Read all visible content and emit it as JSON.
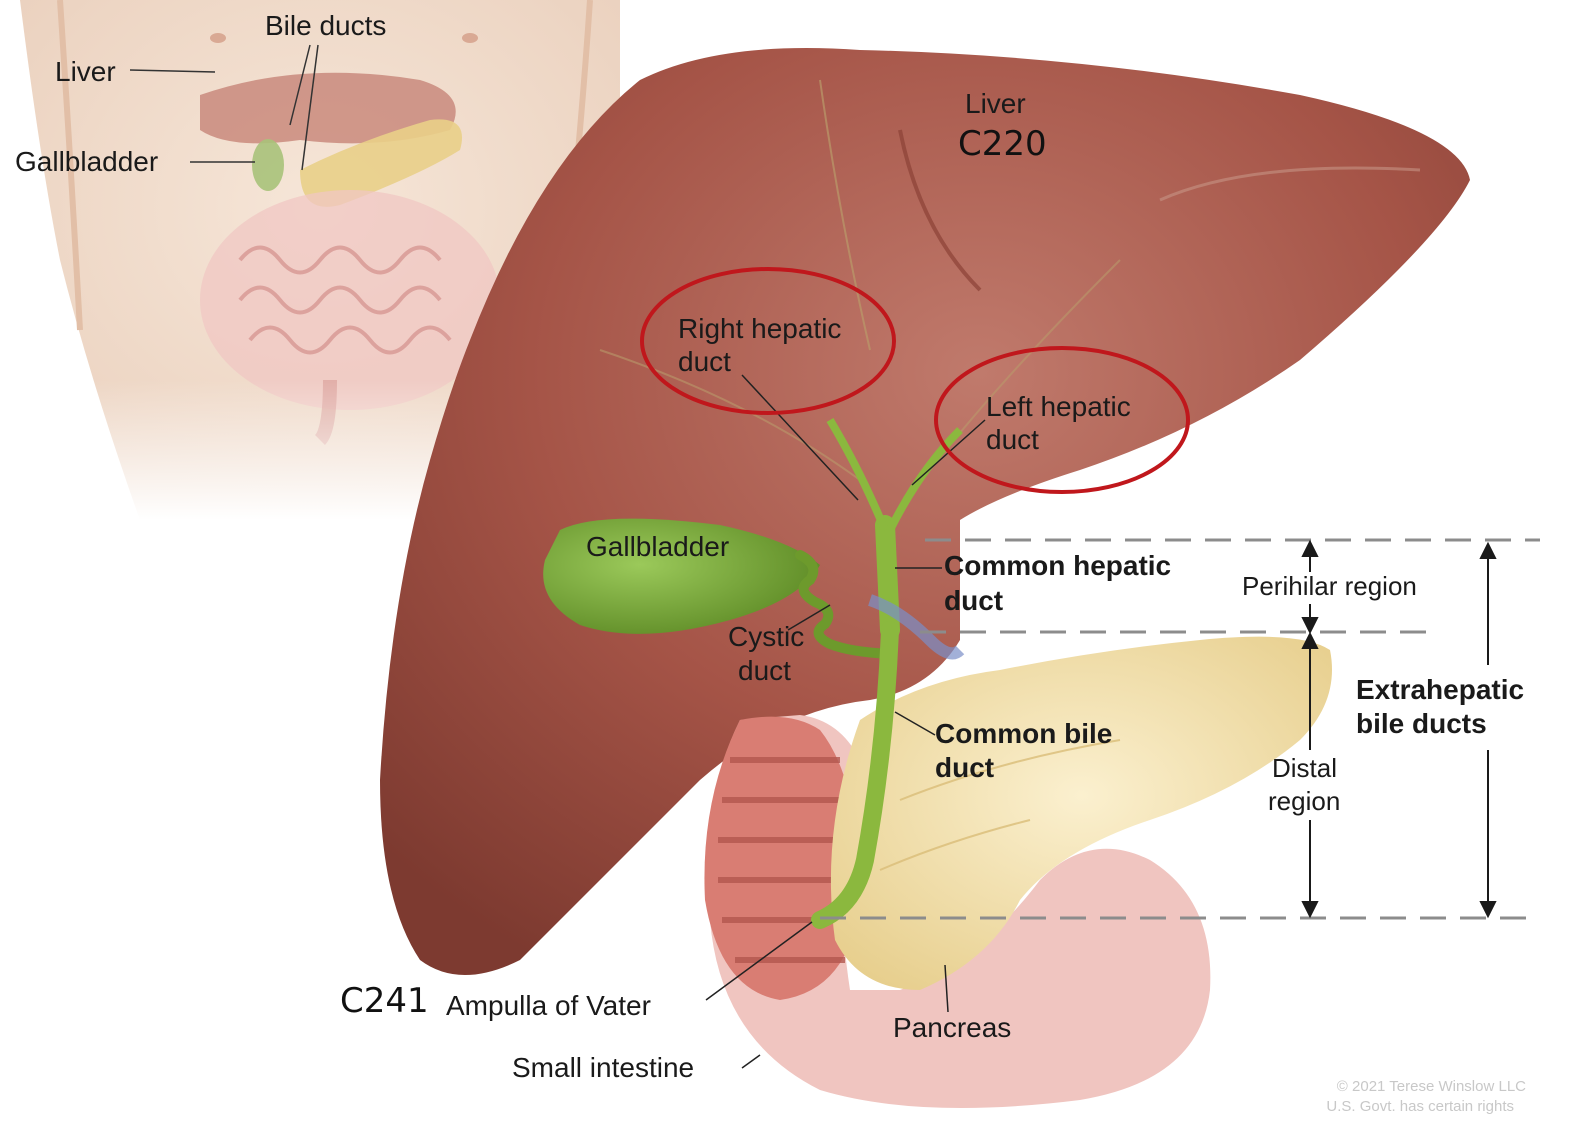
{
  "inset": {
    "liver": "Liver",
    "bile_ducts": "Bile ducts",
    "gallbladder": "Gallbladder"
  },
  "liver": {
    "name": "Liver",
    "code": "C220"
  },
  "labels": {
    "right_hepatic_duct_l1": "Right hepatic",
    "right_hepatic_duct_l2": "duct",
    "left_hepatic_duct_l1": "Left hepatic",
    "left_hepatic_duct_l2": "duct",
    "gallbladder": "Gallbladder",
    "common_hepatic_duct_l1": "Common hepatic",
    "common_hepatic_duct_l2": "duct",
    "cystic_duct_l1": "Cystic",
    "cystic_duct_l2": "duct",
    "common_bile_duct_l1": "Common bile",
    "common_bile_duct_l2": "duct",
    "ampulla_code": "C241",
    "ampulla": "Ampulla of Vater",
    "small_intestine": "Small intestine",
    "pancreas": "Pancreas"
  },
  "regions": {
    "perihilar": "Perihilar region",
    "distal_l1": "Distal",
    "distal_l2": "region",
    "extrahepatic_l1": "Extrahepatic",
    "extrahepatic_l2": "bile ducts"
  },
  "copyright": {
    "line1": "© 2021 Terese Winslow LLC",
    "line2": "U.S. Govt. has certain rights"
  },
  "colors": {
    "liver": "#9a4a3e",
    "gallbladder": "#7aa93a",
    "pancreas": "#f3e0a8",
    "intestine": "#e9a9a3",
    "highlight_circle": "#c0171c",
    "skin": "#f3dcc8"
  }
}
